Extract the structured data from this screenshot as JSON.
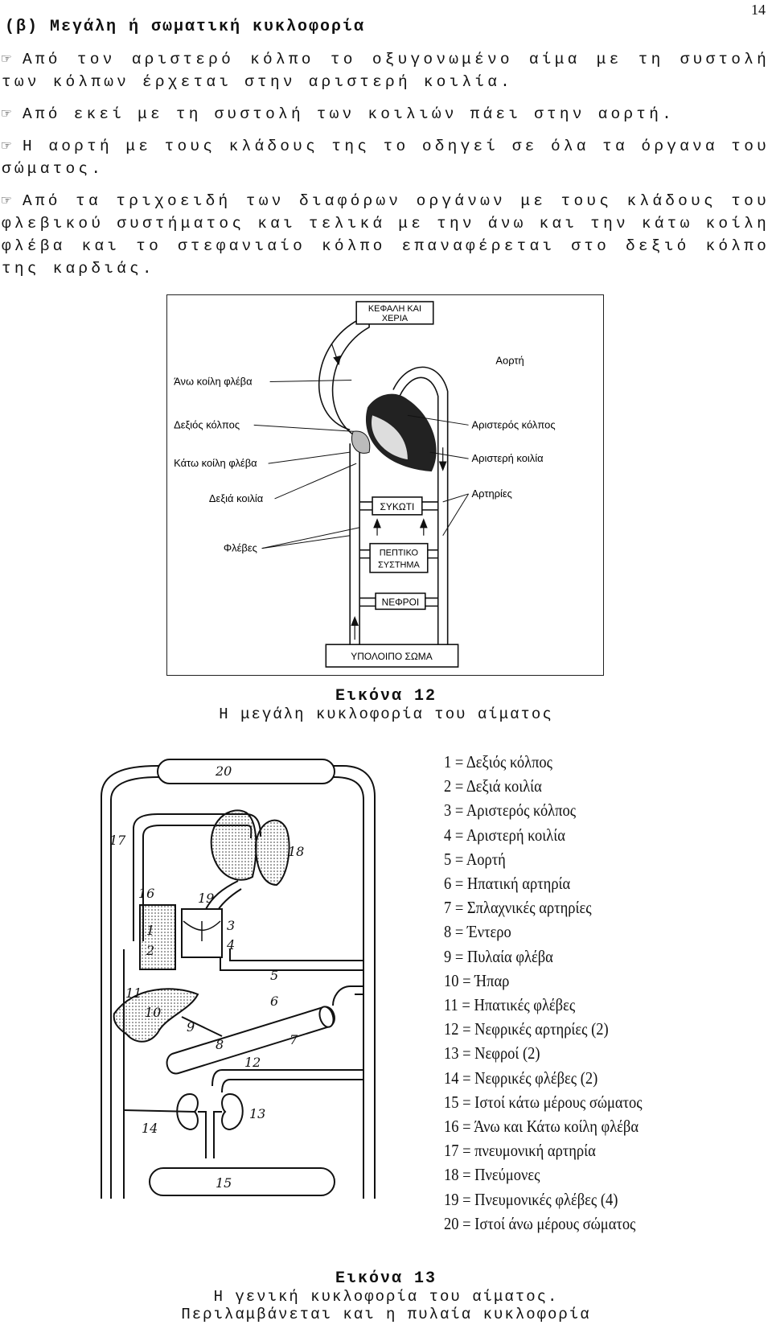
{
  "page_number": "14",
  "heading": "(β) Μεγάλη ή σωματική κυκλοφορία",
  "bullets": [
    "Από τον αριστερό κόλπο το οξυγονωμένο αίμα με τη συστολή των κόλπων έρχεται στην αριστερή κοιλία.",
    "Από εκεί με τη συστολή των κοιλιών πάει στην αορτή.",
    "Η αορτή με τους κλάδους της το οδηγεί σε όλα τα όργανα του σώματος.",
    "Από τα τριχοειδή των διαφόρων οργάνων με τους κλάδους του φλεβικού συστήματος και τελικά με την άνω και την κάτω κοίλη φλέβα και το στεφανιαίο κόλπο επαναφέρεται στο δεξιό κόλπο της καρδιάς."
  ],
  "figure12": {
    "boxes": {
      "head": [
        "ΚΕΦΑΛΗ ΚΑΙ",
        "ΧΕΡΙΑ"
      ],
      "liver": "ΣΥΚΩΤΙ",
      "digestive": [
        "ΠΕΠΤΙΚΟ",
        "ΣΥΣΤΗΜΑ"
      ],
      "kidneys": "ΝΕΦΡΟΙ",
      "rest": "ΥΠΟΛΟΙΠΟ ΣΩΜΑ"
    },
    "left_labels": [
      "Άνω κοίλη φλέβα",
      "Δεξιός κόλπος",
      "Κάτω κοίλη φλέβα",
      "Δεξιά κοιλία",
      "Φλέβες"
    ],
    "right_labels": [
      "Αορτή",
      "Αριστερός κόλπος",
      "Αριστερή κοιλία",
      "Αρτηρίες"
    ],
    "caption_title": "Εικόνα 12",
    "caption_text": "Η μεγάλη κυκλοφορία του αίματος"
  },
  "figure13": {
    "numbers": [
      "1",
      "2",
      "3",
      "4",
      "5",
      "6",
      "7",
      "8",
      "9",
      "10",
      "11",
      "12",
      "13",
      "14",
      "15",
      "16",
      "17",
      "18",
      "19",
      "20"
    ],
    "legend": [
      "1 = Δεξιός κόλπος",
      "2 = Δεξιά κοιλία",
      "3 = Αριστερός κόλπος",
      "4 = Αριστερή κοιλία",
      "5 = Αορτή",
      "6 = Ηπατική αρτηρία",
      "7 = Σπλαχνικές αρτηρίες",
      "8 = Έντερο",
      "9 = Πυλαία φλέβα",
      "10 = Ήπαρ",
      "11 = Ηπατικές φλέβες",
      "12 = Νεφρικές αρτηρίες (2)",
      "13 = Νεφροί (2)",
      "14 = Νεφρικές φλέβες (2)",
      "15 = Ιστοί κάτω μέρους σώματος",
      "16 = Άνω και Κάτω κοίλη φλέβα",
      "17 = πνευμονική αρτηρία",
      "18 = Πνεύμονες",
      "19 = Πνευμονικές φλέβες (4)",
      "20 = Ιστοί άνω μέρους σώματος"
    ],
    "caption_title": "Εικόνα 13",
    "caption_line1": "Η γενική κυκλοφορία του αίματος.",
    "caption_line2": "Περιλαμβάνεται και η πυλαία κυκλοφορία"
  }
}
